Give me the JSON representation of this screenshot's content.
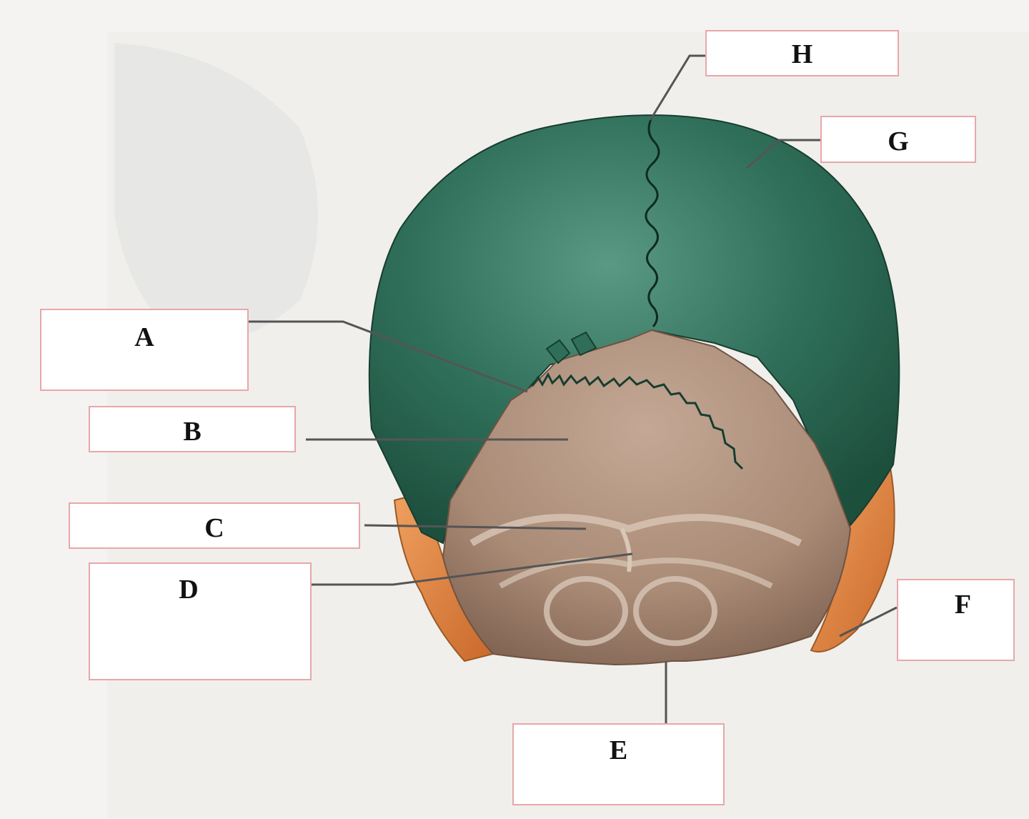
{
  "diagram": {
    "labels": [
      {
        "id": "A",
        "text": "A"
      },
      {
        "id": "B",
        "text": "B"
      },
      {
        "id": "C",
        "text": "C"
      },
      {
        "id": "D",
        "text": "D"
      },
      {
        "id": "E",
        "text": "E"
      },
      {
        "id": "F",
        "text": "F"
      },
      {
        "id": "G",
        "text": "G"
      },
      {
        "id": "H",
        "text": "H"
      }
    ]
  },
  "colors": {
    "parietal_green": "#2e6e58",
    "occipital_tan": "#a88770",
    "temporal_orange": "#e8893f",
    "box_border": "#e8a7a7",
    "leader_line": "#555555"
  }
}
